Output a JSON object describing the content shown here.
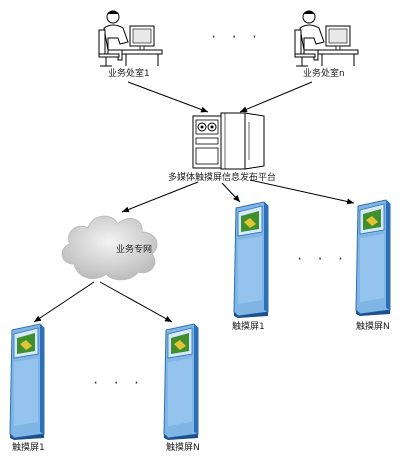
{
  "diagram": {
    "operators": [
      {
        "label": "业务处室1"
      },
      {
        "label": "业务处室n"
      }
    ],
    "operators_ellipsis": "· · ·",
    "platform": {
      "label": "多媒体触摸屏信息发布平台"
    },
    "network": {
      "label": "业务专网"
    },
    "direct_kiosks": [
      {
        "label": "触摸屏1"
      },
      {
        "label": "触摸屏N"
      }
    ],
    "direct_ellipsis": "· · ·",
    "network_kiosks": [
      {
        "label": "触摸屏1"
      },
      {
        "label": "触摸屏N"
      }
    ],
    "network_ellipsis": "· · ·",
    "colors": {
      "kiosk_body": "#7fb6e6",
      "kiosk_dark": "#2d6fb6",
      "screen": "#3f8f2f",
      "cloud": "#d9d9d9",
      "line": "#000000"
    }
  }
}
